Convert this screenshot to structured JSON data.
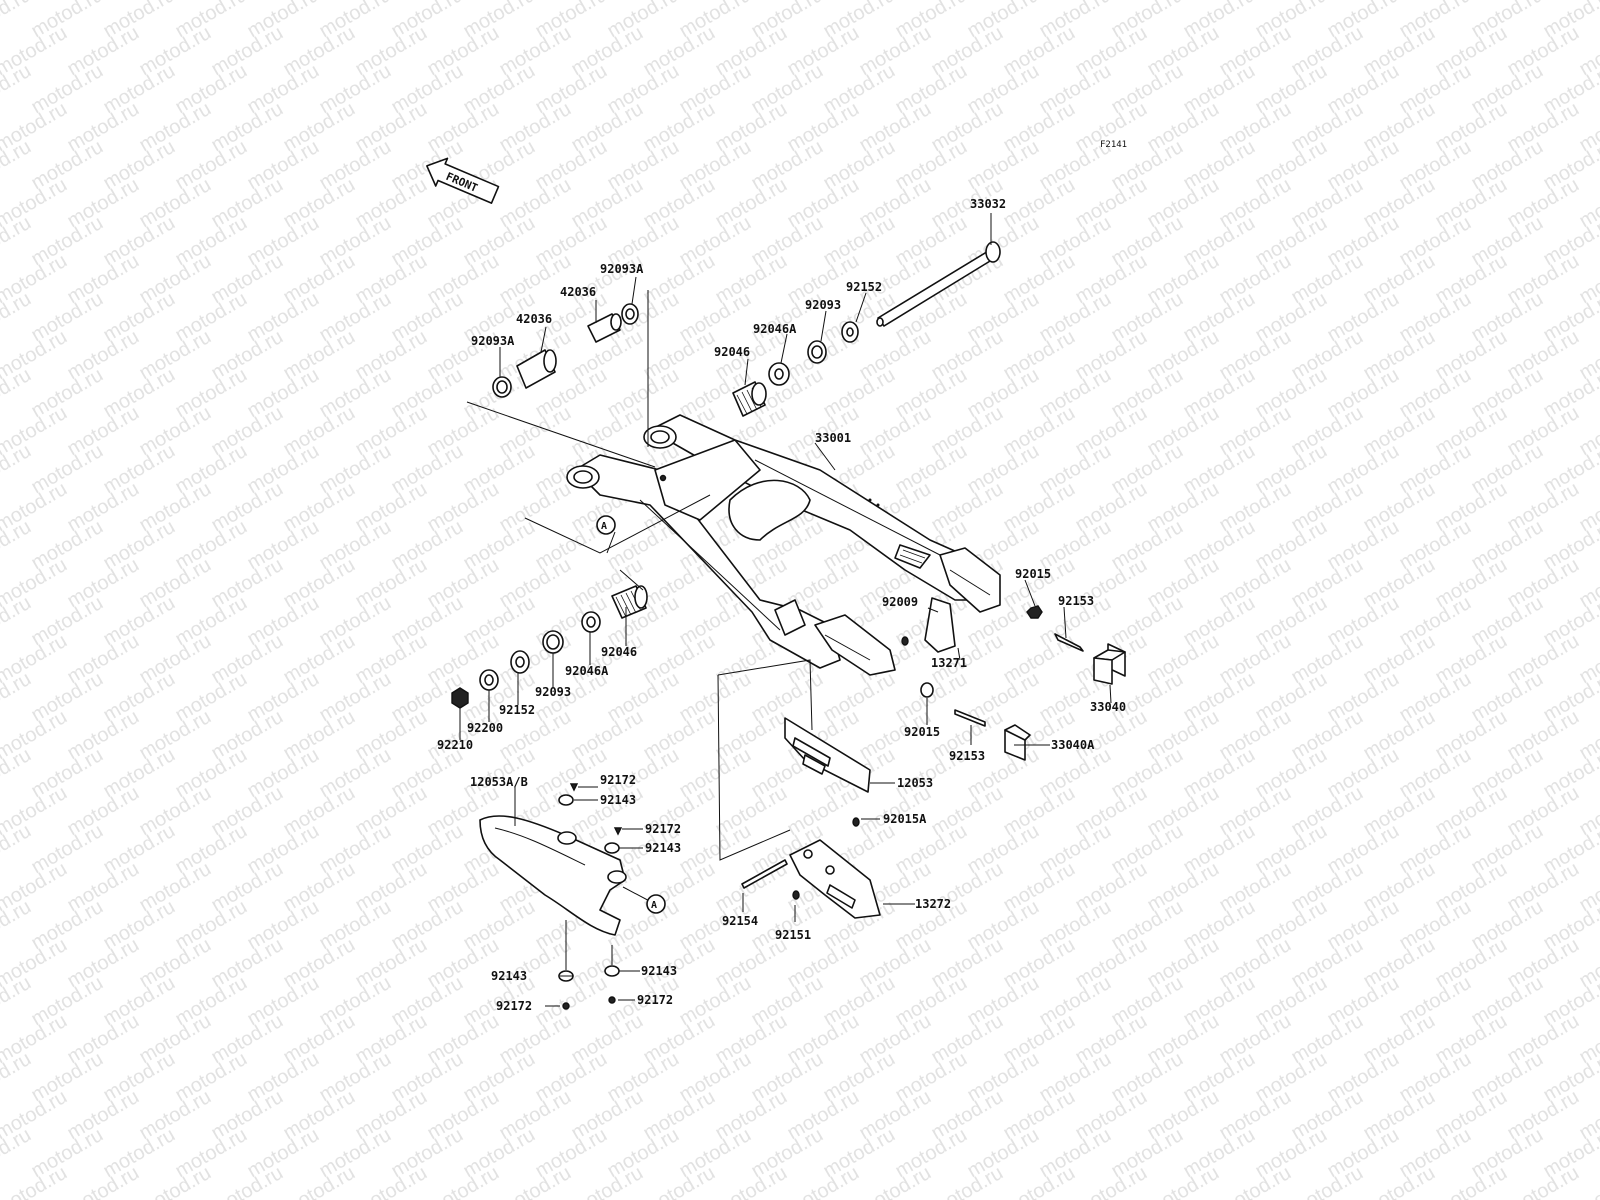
{
  "diagram": {
    "code": "F2141",
    "front_label": "FRONT",
    "watermark_text": "motod.ru",
    "reference_marker": "A",
    "labels": {
      "p33032": "33032",
      "p92152_top": "92152",
      "p92093_top": "92093",
      "p92046A_top": "92046A",
      "p92046_top": "92046",
      "p92093A_top": "92093A",
      "p42036_top": "42036",
      "p42036_mid": "42036",
      "p92093A_left": "92093A",
      "p33001": "33001",
      "p92015_right": "92015",
      "p92153_right": "92153",
      "p92009": "92009",
      "p13271": "13271",
      "p33040": "33040",
      "p92015_low": "92015",
      "p92153_low": "92153",
      "p33040A": "33040A",
      "p12053": "12053",
      "p92046_left": "92046",
      "p92046A_left": "92046A",
      "p92093_left": "92093",
      "p92152_left": "92152",
      "p92200": "92200",
      "p92210": "92210",
      "p12053AB": "12053A/B",
      "p92172_a": "92172",
      "p92143_a": "92143",
      "p92172_b": "92172",
      "p92143_b": "92143",
      "p92015A": "92015A",
      "p13272": "13272",
      "p92154": "92154",
      "p92151": "92151",
      "p92143_c": "92143",
      "p92143_d": "92143",
      "p92172_c": "92172",
      "p92172_d": "92172"
    }
  }
}
